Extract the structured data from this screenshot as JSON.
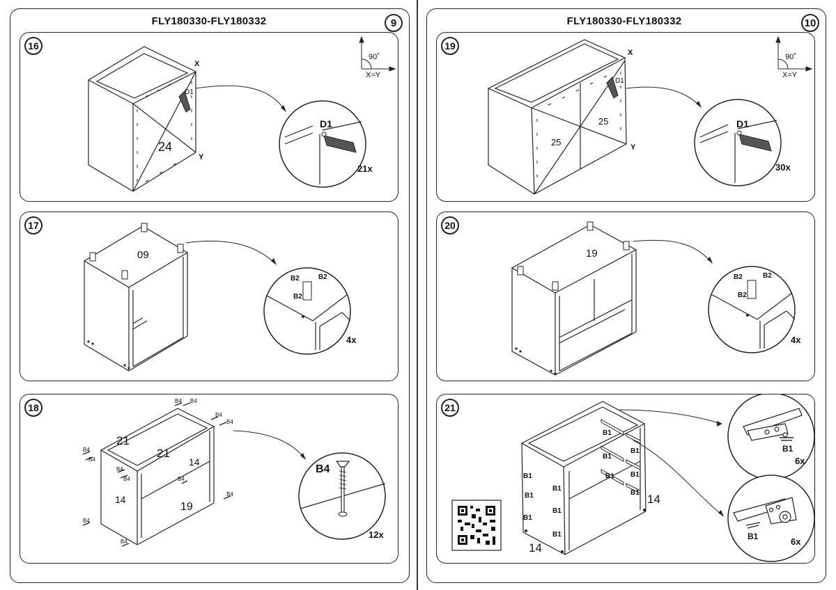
{
  "left_page": {
    "title": "FLY180330-FLY180332",
    "page_number": "9",
    "steps": [
      {
        "number": "16",
        "panel_label": "24",
        "part": "D1",
        "count": "21x",
        "axis_x": "X",
        "axis_y": "Y",
        "angle": "90˚",
        "equation": "X=Y"
      },
      {
        "number": "17",
        "panel_label": "09",
        "part": "B2",
        "count": "4x"
      },
      {
        "number": "18",
        "labels": [
          "21",
          "21",
          "14",
          "14",
          "19"
        ],
        "part": "B4",
        "count": "12x"
      }
    ]
  },
  "right_page": {
    "title": "FLY180330-FLY180332",
    "page_number": "10",
    "steps": [
      {
        "number": "19",
        "panel_labels": [
          "25",
          "25"
        ],
        "part": "D1",
        "count": "30x",
        "axis_x": "X",
        "axis_y": "Y",
        "angle": "90˚",
        "equation": "X=Y"
      },
      {
        "number": "20",
        "panel_label": "19",
        "part": "B2",
        "count": "4x"
      },
      {
        "number": "21",
        "labels": [
          "14",
          "14"
        ],
        "part": "B1",
        "count_top": "6x",
        "count_bottom": "6x"
      }
    ]
  }
}
